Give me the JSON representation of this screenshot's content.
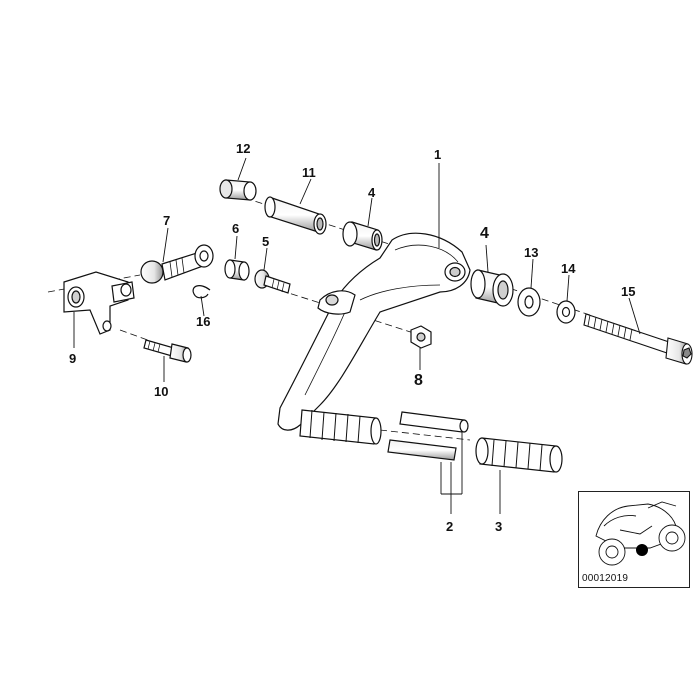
{
  "callouts": {
    "c1": "1",
    "c2": "2",
    "c3": "3",
    "c4a": "4",
    "c4b": "4",
    "c5": "5",
    "c6": "6",
    "c7": "7",
    "c8": "8",
    "c9": "9",
    "c10": "10",
    "c11": "11",
    "c12": "12",
    "c13": "13",
    "c14": "14",
    "c15": "15",
    "c16": "16"
  },
  "inset": {
    "code": "00012019",
    "marker_color": "#000000"
  },
  "colors": {
    "line": "#111111",
    "shade": "#bfbfbf",
    "shade_dark": "#8a8a8a"
  }
}
